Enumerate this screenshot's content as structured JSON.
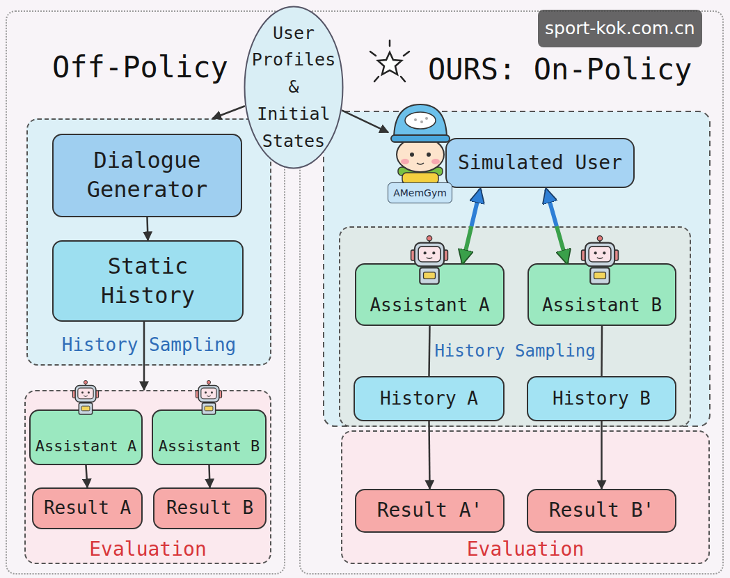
{
  "diagram": {
    "nodes": [
      {
        "text": [
          "User Profiles & Initial States"
        ]
      },
      {
        "text": [
          "Off-Policy"
        ]
      },
      {
        "text": [
          "History Sampling"
        ],
        "in": 1
      },
      {
        "text": [
          "Dialogue Generator"
        ],
        "in": 2
      },
      {
        "text": [
          "Static History"
        ],
        "in": 2
      },
      {
        "text": [
          "Evaluation"
        ],
        "in": 1
      },
      {
        "text": [
          "Assistant A"
        ],
        "in": 5
      },
      {
        "text": [
          "Assistant B"
        ],
        "in": 5
      },
      {
        "text": [
          "Result A"
        ],
        "in": 5
      },
      {
        "text": [
          "Result B"
        ],
        "in": 5
      },
      {
        "text": [
          "OURS: On-Policy"
        ]
      },
      {
        "text": [
          "Simulated User"
        ],
        "in": 10
      },
      {
        "text": [
          "AMemGym"
        ],
        "in": 10
      },
      {
        "text": [
          "History Sampling"
        ],
        "in": 10
      },
      {
        "text": [
          "Assistant A"
        ],
        "in": 13
      },
      {
        "text": [
          "Assistant B"
        ],
        "in": 13
      },
      {
        "text": [
          "History A"
        ],
        "in": 13
      },
      {
        "text": [
          "History B"
        ],
        "in": 13
      },
      {
        "text": [
          "Evaluation"
        ],
        "in": 10
      },
      {
        "text": [
          "Result A'"
        ],
        "in": 18
      },
      {
        "text": [
          "Result B'"
        ],
        "in": 18
      }
    ],
    "edges": [
      {
        "from": 0,
        "to": 2,
        "arrow": "to"
      },
      {
        "from": 0,
        "to": 11,
        "arrow": "to"
      },
      {
        "from": 3,
        "to": 4,
        "arrow": "to"
      },
      {
        "from": 4,
        "to": 5,
        "arrow": "to"
      },
      {
        "from": 6,
        "to": 8,
        "arrow": "to"
      },
      {
        "from": 7,
        "to": 9,
        "arrow": "to"
      },
      {
        "from": 11,
        "to": 14,
        "arrow": "both"
      },
      {
        "from": 11,
        "to": 15,
        "arrow": "both"
      },
      {
        "from": 14,
        "to": 16,
        "arrow": "none"
      },
      {
        "from": 15,
        "to": 17,
        "arrow": "none"
      },
      {
        "from": 16,
        "to": 19,
        "arrow": "to"
      },
      {
        "from": 17,
        "to": 20,
        "arrow": "to"
      }
    ],
    "labels": [
      "sport-kok.com.cn"
    ]
  }
}
